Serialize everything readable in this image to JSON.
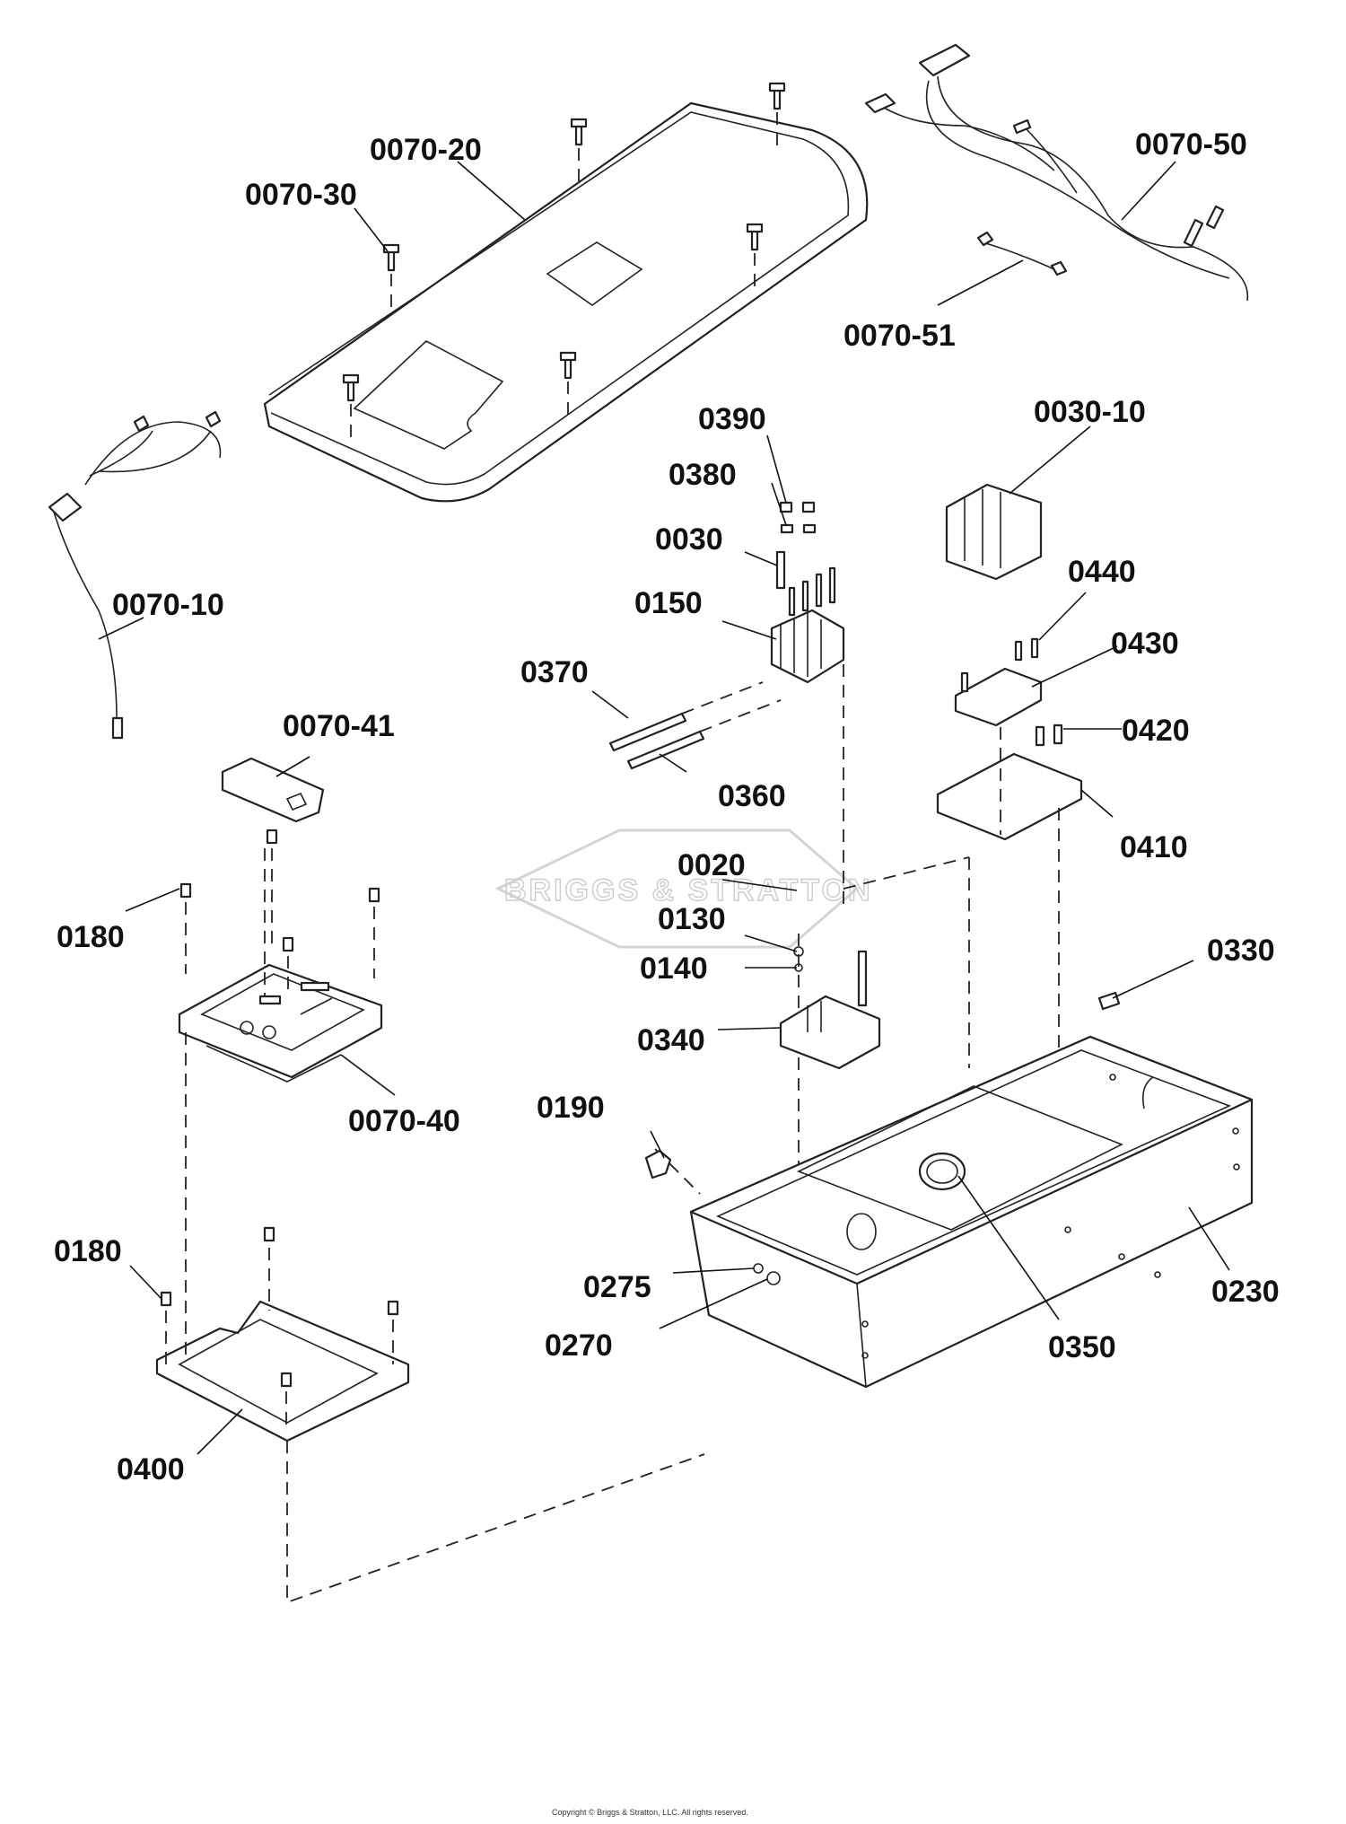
{
  "watermark": {
    "text": "BRIGGS & STRATTON"
  },
  "copyright": "Copyright © Briggs & Stratton, LLC. All rights reserved.",
  "callouts": {
    "c0070_20": "0070-20",
    "c0070_30": "0070-30",
    "c0070_50": "0070-50",
    "c0070_51": "0070-51",
    "c0070_10": "0070-10",
    "c0390": "0390",
    "c0380": "0380",
    "c0030": "0030",
    "c0150": "0150",
    "c0370": "0370",
    "c0360": "0360",
    "c0030_10": "0030-10",
    "c0440": "0440",
    "c0430": "0430",
    "c0420": "0420",
    "c0410": "0410",
    "c0070_41": "0070-41",
    "c0180a": "0180",
    "c0020": "0020",
    "c0130": "0130",
    "c0140": "0140",
    "c0340": "0340",
    "c0330": "0330",
    "c0070_40": "0070-40",
    "c0190": "0190",
    "c0180b": "0180",
    "c0275": "0275",
    "c0270": "0270",
    "c0230": "0230",
    "c0350": "0350",
    "c0400": "0400"
  }
}
